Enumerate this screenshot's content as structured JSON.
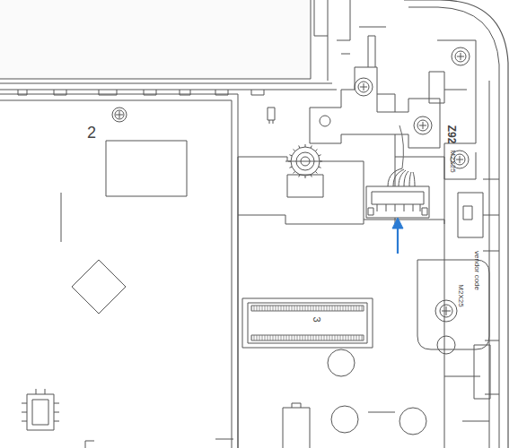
{
  "diagram": {
    "labels": [
      "2",
      "Z92",
      "M2X25",
      "vendor code",
      "M2X25",
      "3"
    ]
  }
}
